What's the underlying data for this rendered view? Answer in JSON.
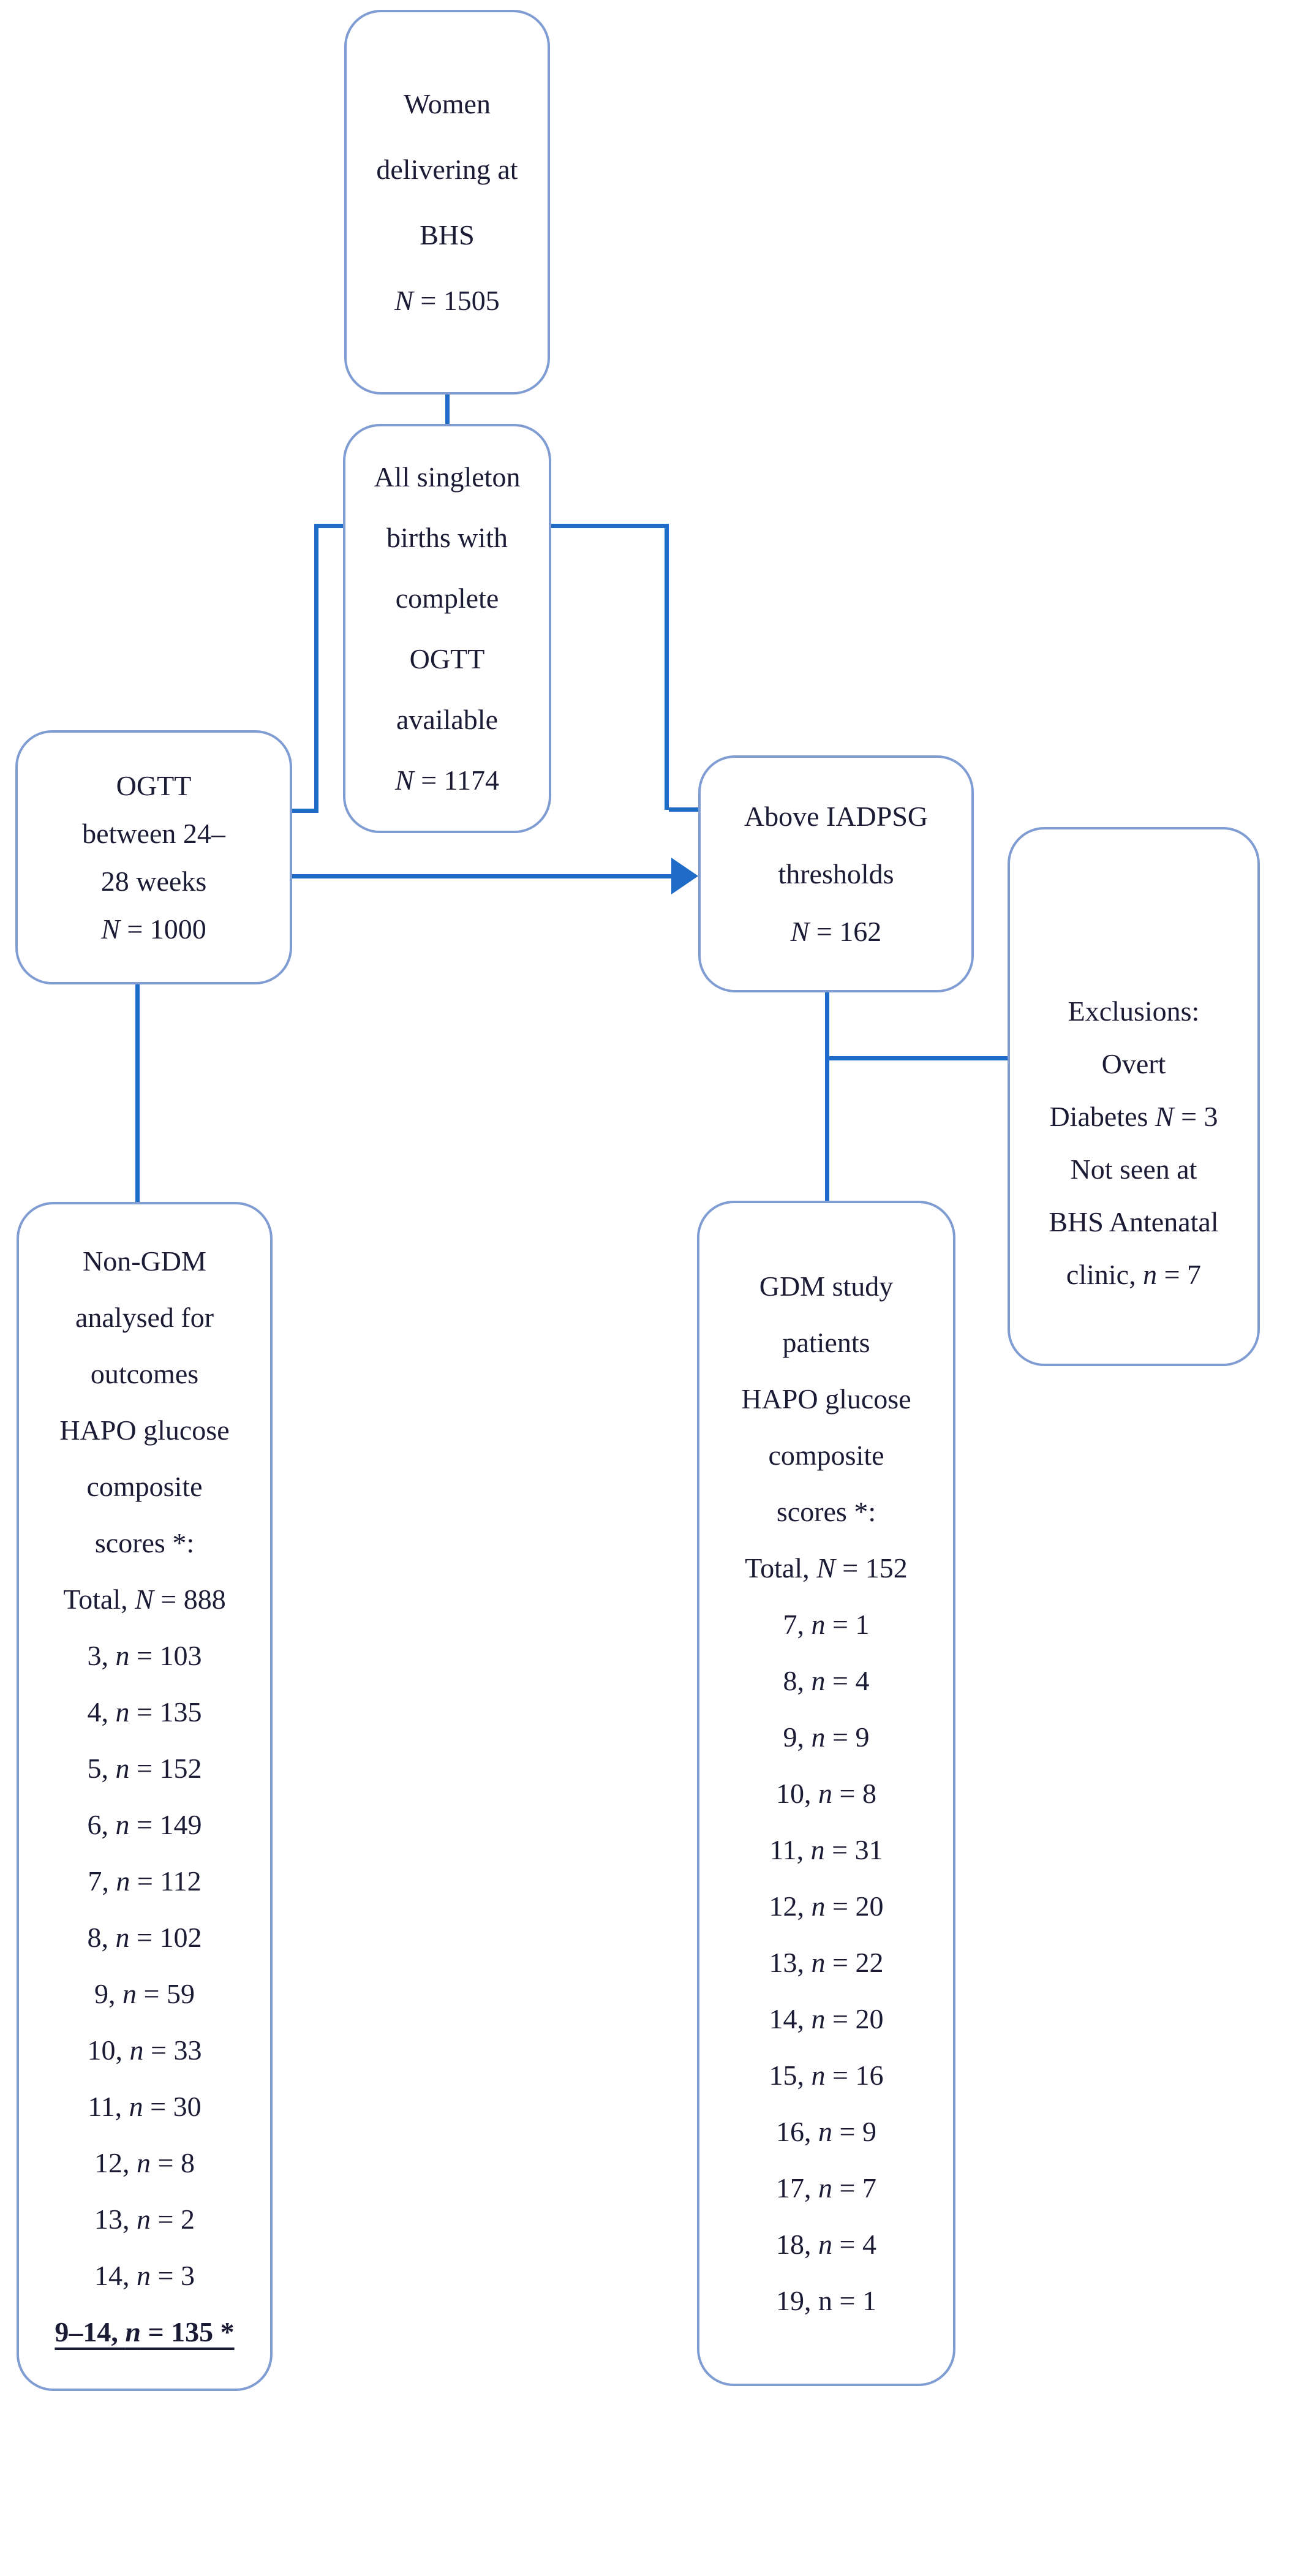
{
  "figure": {
    "type": "study-flow-diagram",
    "box_border_color": "#7f9cd3",
    "connector_color": "#1e6bc8",
    "text_color": "#1b1b35",
    "background_color": "#ffffff"
  },
  "boxes": {
    "women": {
      "label": "Women delivering at BHS, N = 1505",
      "lines": [
        [
          {
            "t": "Women"
          }
        ],
        [
          {
            "t": "delivering at"
          }
        ],
        [
          {
            "t": "BHS"
          }
        ],
        [
          {
            "t": "N",
            "s": "i"
          },
          {
            "t": " = 1505"
          }
        ]
      ]
    },
    "singleton": {
      "label": "All singleton births with complete OGTT available, N = 1174",
      "lines": [
        [
          {
            "t": "All singleton"
          }
        ],
        [
          {
            "t": "births with"
          }
        ],
        [
          {
            "t": "complete"
          }
        ],
        [
          {
            "t": "OGTT"
          }
        ],
        [
          {
            "t": "available"
          }
        ],
        [
          {
            "t": "N",
            "s": "i"
          },
          {
            "t": " = 1174"
          }
        ]
      ]
    },
    "ogtt": {
      "label": "OGTT between 24–28 weeks, N = 1000",
      "lines": [
        [
          {
            "t": "OGTT"
          }
        ],
        [
          {
            "t": "between 24–"
          }
        ],
        [
          {
            "t": "28 weeks"
          }
        ],
        [
          {
            "t": "N",
            "s": "i"
          },
          {
            "t": " = 1000"
          }
        ]
      ]
    },
    "iadpsg": {
      "label": "Above IADPSG thresholds, N = 162",
      "lines": [
        [
          {
            "t": "Above IADPSG"
          }
        ],
        [
          {
            "t": "thresholds"
          }
        ],
        [
          {
            "t": "N",
            "s": "i"
          },
          {
            "t": " = 162"
          }
        ]
      ]
    },
    "exclusions": {
      "label": "Exclusions: Overt Diabetes N = 3; Not seen at BHS Antenatal clinic, n = 7",
      "lines": [
        [
          {
            "t": "Exclusions:"
          }
        ],
        [
          {
            "t": "Overt"
          }
        ],
        [
          {
            "t": "Diabetes "
          },
          {
            "t": "N",
            "s": "i"
          },
          {
            "t": " = 3"
          }
        ],
        [
          {
            "t": "Not seen at"
          }
        ],
        [
          {
            "t": "BHS Antenatal"
          }
        ],
        [
          {
            "t": "clinic, "
          },
          {
            "t": "n",
            "s": "i"
          },
          {
            "t": " = 7"
          }
        ]
      ]
    },
    "nongdm": {
      "label": "Non-GDM analysed for outcomes, HAPO glucose composite scores, Total N = 888",
      "lines": [
        [
          {
            "t": "Non-GDM"
          }
        ],
        [
          {
            "t": "analysed for"
          }
        ],
        [
          {
            "t": "outcomes"
          }
        ],
        [
          {
            "t": "HAPO glucose"
          }
        ],
        [
          {
            "t": "composite"
          }
        ],
        [
          {
            "t": "scores *:"
          }
        ],
        [
          {
            "t": "Total, "
          },
          {
            "t": "N",
            "s": "i"
          },
          {
            "t": " = 888"
          }
        ],
        [
          {
            "t": "3, "
          },
          {
            "t": "n",
            "s": "i"
          },
          {
            "t": " = 103"
          }
        ],
        [
          {
            "t": "4, "
          },
          {
            "t": "n",
            "s": "i"
          },
          {
            "t": " = 135"
          }
        ],
        [
          {
            "t": "5, "
          },
          {
            "t": "n",
            "s": "i"
          },
          {
            "t": " = 152"
          }
        ],
        [
          {
            "t": "6, "
          },
          {
            "t": "n",
            "s": "i"
          },
          {
            "t": " = 149"
          }
        ],
        [
          {
            "t": "7, "
          },
          {
            "t": "n",
            "s": "i"
          },
          {
            "t": " = 112"
          }
        ],
        [
          {
            "t": "8, "
          },
          {
            "t": "n",
            "s": "i"
          },
          {
            "t": " = 102"
          }
        ],
        [
          {
            "t": "9, "
          },
          {
            "t": "n",
            "s": "i"
          },
          {
            "t": " = 59"
          }
        ],
        [
          {
            "t": "10, "
          },
          {
            "t": "n",
            "s": "i"
          },
          {
            "t": " = 33"
          }
        ],
        [
          {
            "t": "11, "
          },
          {
            "t": "n",
            "s": "i"
          },
          {
            "t": " = 30"
          }
        ],
        [
          {
            "t": "12, "
          },
          {
            "t": "n",
            "s": "i"
          },
          {
            "t": " = 8"
          }
        ],
        [
          {
            "t": "13, "
          },
          {
            "t": "n",
            "s": "i"
          },
          {
            "t": " = 2"
          }
        ],
        [
          {
            "t": "14, "
          },
          {
            "t": "n",
            "s": "i"
          },
          {
            "t": " = 3"
          }
        ],
        [
          {
            "t": "9–14, ",
            "s": "bu"
          },
          {
            "t": "n",
            "s": "biu"
          },
          {
            "t": " = 135 *",
            "s": "bu"
          }
        ]
      ]
    },
    "gdm": {
      "label": "GDM study patients, HAPO glucose composite scores, Total N = 152",
      "lines": [
        [
          {
            "t": "GDM study"
          }
        ],
        [
          {
            "t": "patients"
          }
        ],
        [
          {
            "t": "HAPO glucose"
          }
        ],
        [
          {
            "t": "composite"
          }
        ],
        [
          {
            "t": "scores *:"
          }
        ],
        [
          {
            "t": "Total, "
          },
          {
            "t": "N",
            "s": "i"
          },
          {
            "t": " = 152"
          }
        ],
        [
          {
            "t": "7, "
          },
          {
            "t": "n",
            "s": "i"
          },
          {
            "t": " = 1"
          }
        ],
        [
          {
            "t": "8, "
          },
          {
            "t": "n",
            "s": "i"
          },
          {
            "t": " = 4"
          }
        ],
        [
          {
            "t": "9, "
          },
          {
            "t": "n",
            "s": "i"
          },
          {
            "t": " = 9"
          }
        ],
        [
          {
            "t": "10, "
          },
          {
            "t": "n",
            "s": "i"
          },
          {
            "t": " = 8"
          }
        ],
        [
          {
            "t": "11, "
          },
          {
            "t": "n",
            "s": "i"
          },
          {
            "t": " = 31"
          }
        ],
        [
          {
            "t": "12, "
          },
          {
            "t": "n",
            "s": "i"
          },
          {
            "t": " = 20"
          }
        ],
        [
          {
            "t": "13, "
          },
          {
            "t": "n",
            "s": "i"
          },
          {
            "t": " = 22"
          }
        ],
        [
          {
            "t": "14, "
          },
          {
            "t": "n",
            "s": "i"
          },
          {
            "t": " = 20"
          }
        ],
        [
          {
            "t": "15, "
          },
          {
            "t": "n",
            "s": "i"
          },
          {
            "t": " = 16"
          }
        ],
        [
          {
            "t": "16, "
          },
          {
            "t": "n",
            "s": "i"
          },
          {
            "t": " = 9"
          }
        ],
        [
          {
            "t": "17, "
          },
          {
            "t": "n",
            "s": "i"
          },
          {
            "t": " = 7"
          }
        ],
        [
          {
            "t": "18, "
          },
          {
            "t": "n",
            "s": "i"
          },
          {
            "t": " = 4"
          }
        ],
        [
          {
            "t": "19, n = 1"
          }
        ]
      ]
    }
  }
}
